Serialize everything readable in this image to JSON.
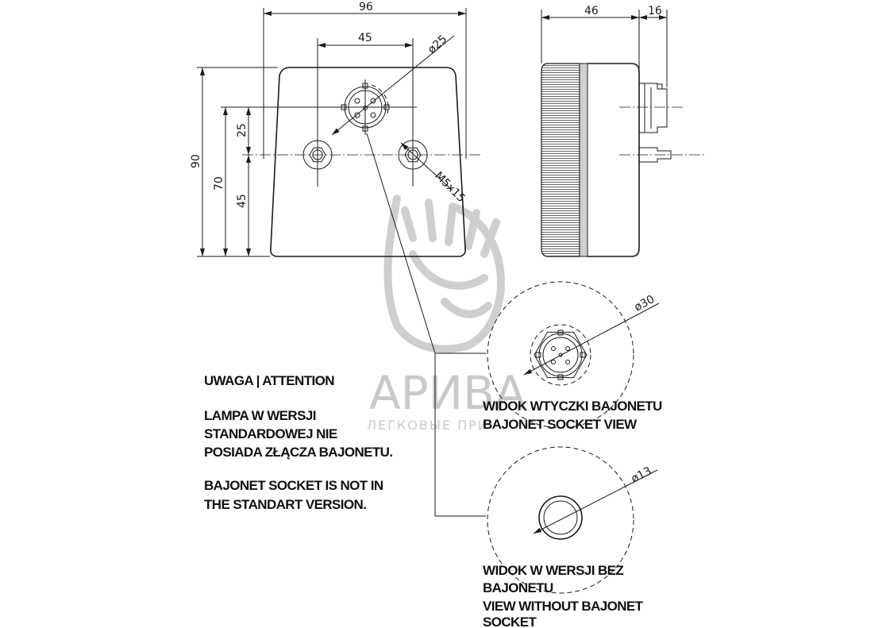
{
  "watermark": {
    "brand": "АРИВА",
    "tagline": "ЛЕГКОВЫЕ ПРИ"
  },
  "dimensions": {
    "width_total": "96",
    "hole_spacing": "45",
    "connector_diameter": "ø25",
    "height_total": "90",
    "height_70": "70",
    "height_25": "25",
    "height_45": "45",
    "bolt": "M5x15",
    "depth": "46",
    "socket_depth": "16",
    "detail_socket_diameter": "ø30",
    "detail_plain_diameter": "ø13"
  },
  "notes": {
    "attention_title": "UWAGA | ATTENTION",
    "pl_lines": [
      "LAMPA W WERSJI",
      "STANDARDOWEJ NIE",
      "POSIADA ZŁĄCZA BAJONETU."
    ],
    "en_lines": [
      "BAJONET SOCKET IS NOT IN",
      "THE STANDART VERSION."
    ]
  },
  "details": {
    "socket_view": [
      "WIDOK WTYCZKI BAJONETU",
      "BAJONET SOCKET VIEW"
    ],
    "plain_view": [
      "WIDOK W WERSJI BEZ",
      "BAJONETU",
      "VIEW WITHOUT BAJONET",
      "SOCKET"
    ]
  }
}
